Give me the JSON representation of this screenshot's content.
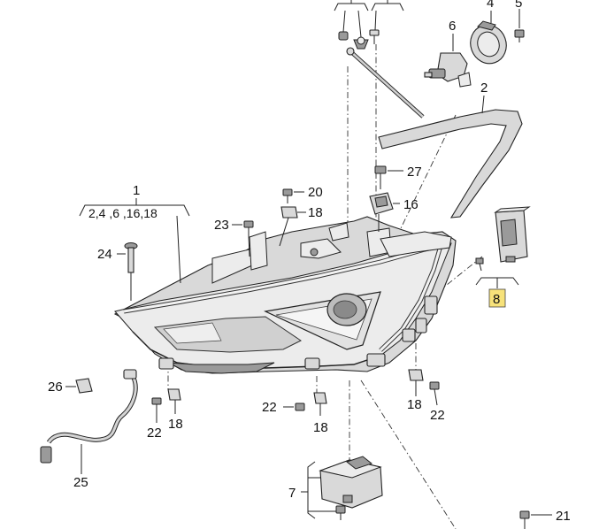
{
  "colors": {
    "highlight": "#f7e27a",
    "part_fill": "#d9d9d9",
    "line": "#222222"
  },
  "callouts": {
    "c1": "1",
    "c1_sub": "2,4 ,6 ,16,18",
    "c2": "2",
    "c4": "4",
    "c5": "5",
    "c6": "6",
    "c7": "7",
    "c8": "8",
    "c16": "16",
    "c18a": "18",
    "c18b": "18",
    "c18c": "18",
    "c18d": "18",
    "c20": "20",
    "c21": "21",
    "c22a": "22",
    "c22b": "22",
    "c22c": "22",
    "c23": "23",
    "c24": "24",
    "c25": "25",
    "c26": "26",
    "c27": "27"
  }
}
